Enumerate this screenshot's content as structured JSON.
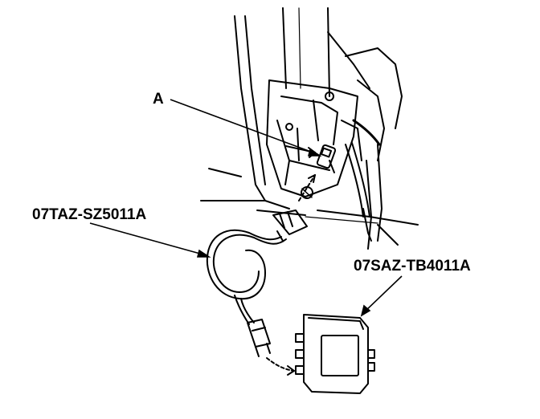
{
  "callouts": {
    "a": "A",
    "cable": "07TAZ-SZ5011A",
    "box": "07SAZ-TB4011A"
  },
  "colors": {
    "ink": "#000000",
    "paper": "#ffffff"
  }
}
